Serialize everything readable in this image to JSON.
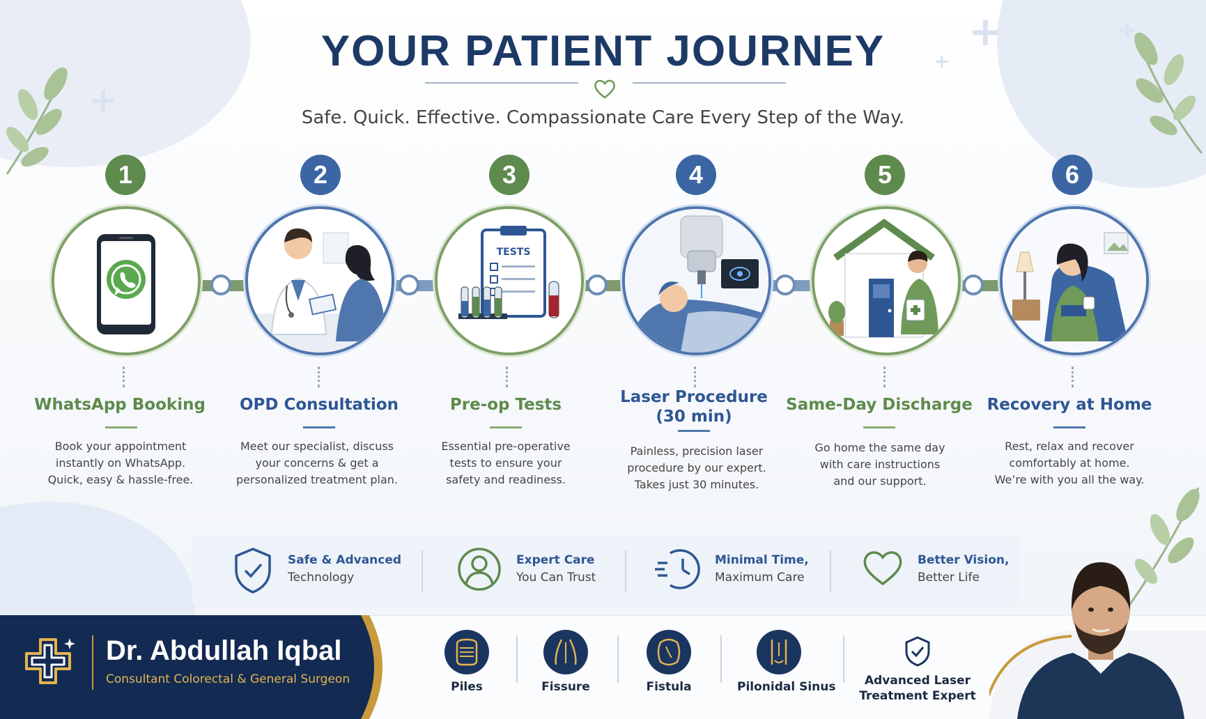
{
  "header": {
    "title": "YOUR PATIENT JOURNEY",
    "subtitle": "Safe. Quick. Effective. Compassionate Care Every Step of the Way."
  },
  "colors": {
    "navy": "#1d3a66",
    "green": "#5e8a4d",
    "blue": "#3b66a3",
    "gold": "#c99a3c"
  },
  "steps": [
    {
      "number": "1",
      "title": "WhatsApp Booking",
      "desc": [
        "Book your appointment",
        "instantly on WhatsApp.",
        "Quick, easy & hassle-free."
      ],
      "icon": "whatsapp-phone-icon"
    },
    {
      "number": "2",
      "title": "OPD Consultation",
      "desc": [
        "Meet our specialist, discuss",
        "your concerns & get a",
        "personalized treatment plan."
      ],
      "icon": "doctor-consultation-icon"
    },
    {
      "number": "3",
      "title": "Pre-op Tests",
      "clip_label": "TESTS",
      "desc": [
        "Essential pre-operative",
        "tests to ensure your",
        "safety and readiness."
      ],
      "icon": "lab-tests-icon"
    },
    {
      "number": "4",
      "title": "Laser Procedure",
      "title2": "(30 min)",
      "desc": [
        "Painless, precision laser",
        "procedure by our expert.",
        "Takes just 30 minutes."
      ],
      "icon": "laser-procedure-icon"
    },
    {
      "number": "5",
      "title": "Same-Day Discharge",
      "desc": [
        "Go home the same day",
        "with care instructions",
        "and our support."
      ],
      "icon": "home-discharge-icon"
    },
    {
      "number": "6",
      "title": "Recovery at Home",
      "desc": [
        "Rest, relax and recover",
        "comfortably at home.",
        "We’re with you all the way."
      ],
      "icon": "recovery-icon"
    }
  ],
  "features": [
    {
      "line1": "Safe & Advanced",
      "line2": "Technology",
      "icon": "shield-check-icon"
    },
    {
      "line1": "Expert Care",
      "line2": "You Can Trust",
      "icon": "user-circle-icon"
    },
    {
      "line1": "Minimal Time,",
      "line2": "Maximum Care",
      "icon": "clock-icon"
    },
    {
      "line1": "Better Vision,",
      "line2": "Better Life",
      "icon": "heart-icon"
    }
  ],
  "doctor": {
    "name": "Dr. Abdullah Iqbal",
    "role": "Consultant Colorectal & General Surgeon"
  },
  "services": [
    {
      "label": "Piles",
      "icon": "intestine-icon"
    },
    {
      "label": "Fissure",
      "icon": "fissure-icon"
    },
    {
      "label": "Fistula",
      "icon": "fistula-icon"
    },
    {
      "label": "Pilonidal Sinus",
      "icon": "pilonidal-icon"
    }
  ],
  "expert": {
    "line1": "Advanced Laser",
    "line2": "Treatment Expert"
  }
}
